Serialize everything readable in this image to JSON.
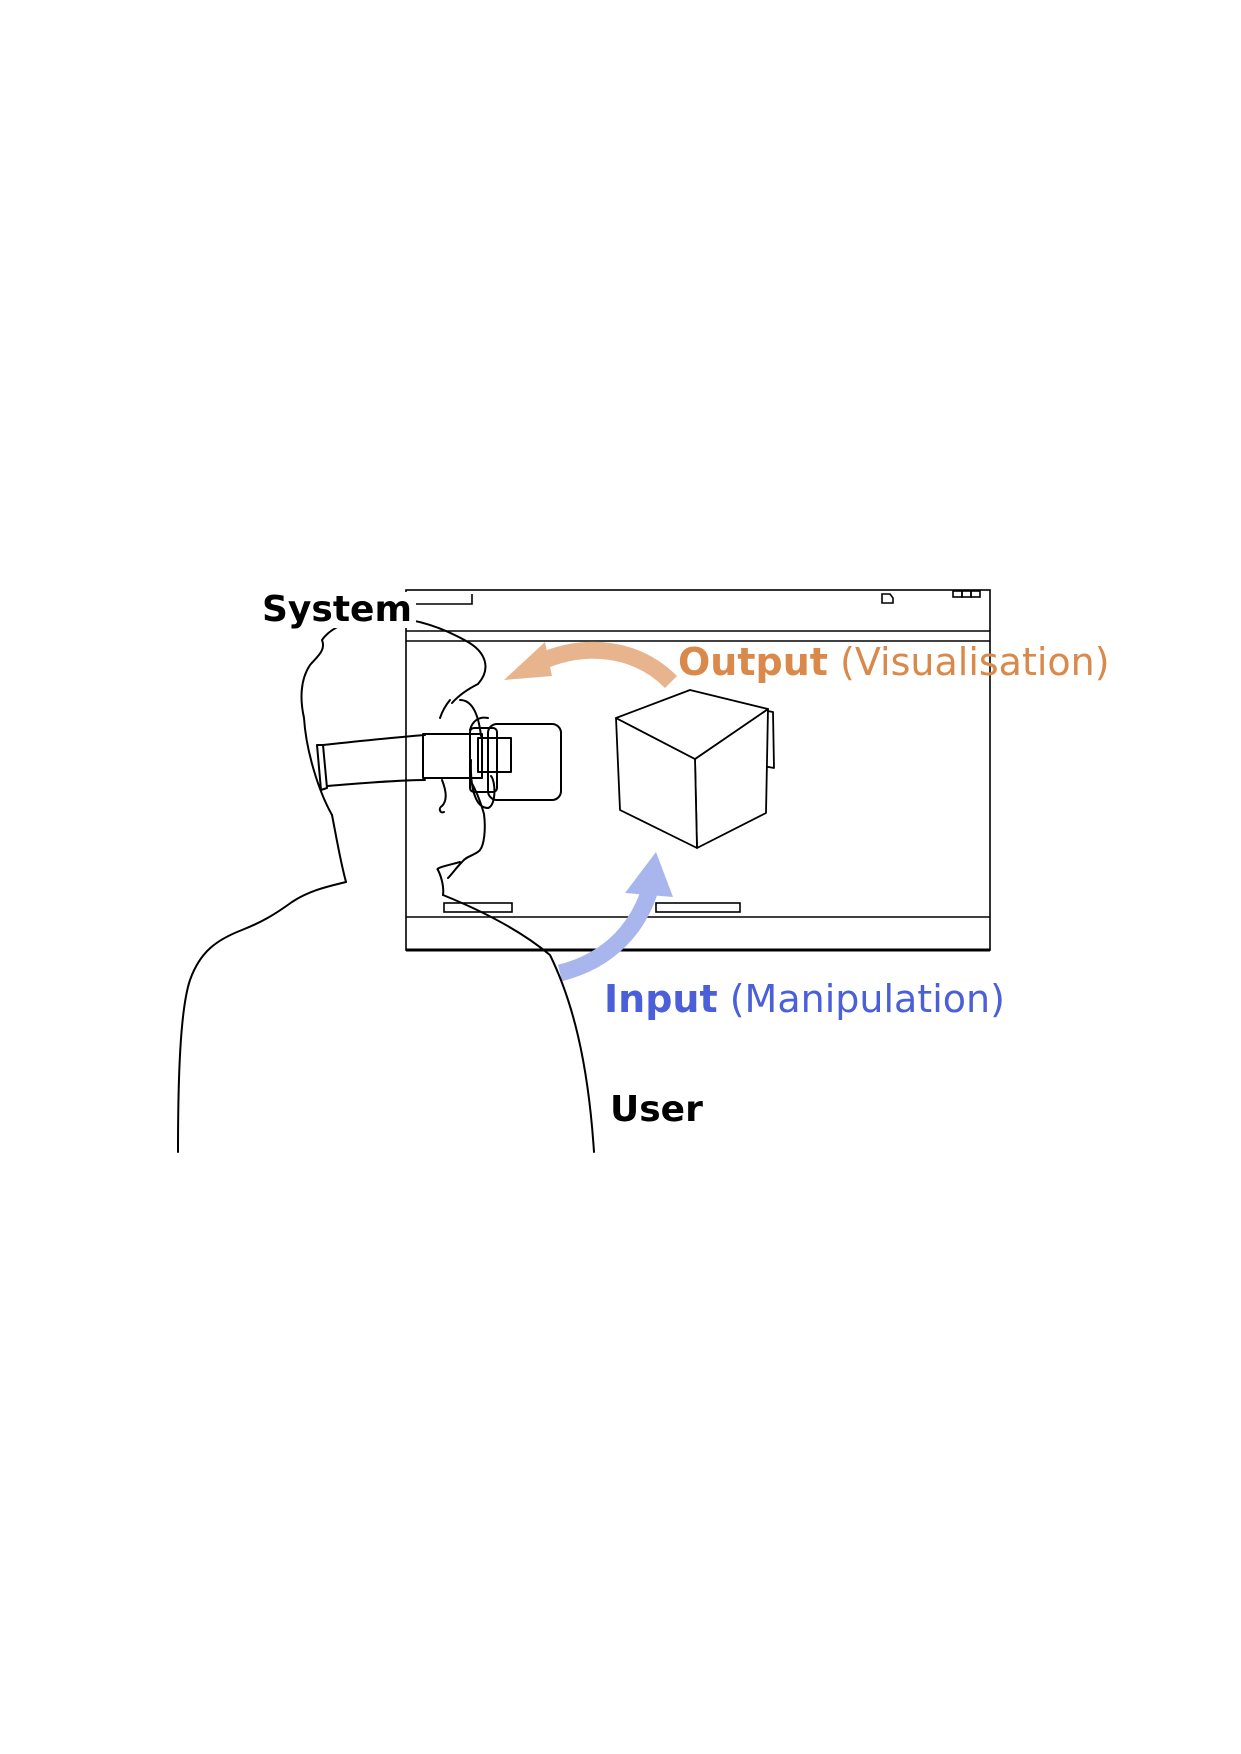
{
  "labels": {
    "system": "System",
    "user": "User",
    "output": {
      "strong": "Output",
      "rest": "(Visualisation)"
    },
    "input": {
      "strong": "Input",
      "rest": "(Manipulation)"
    }
  },
  "colors": {
    "output": "#D9894A",
    "output_arrow": "#E8B48E",
    "input": "#4B5FD9",
    "input_arrow": "#A9B6EE",
    "line": "#000000"
  },
  "icons": {
    "person": "person-with-vr-headset",
    "cube": "3d-cube",
    "window": "application-window"
  }
}
